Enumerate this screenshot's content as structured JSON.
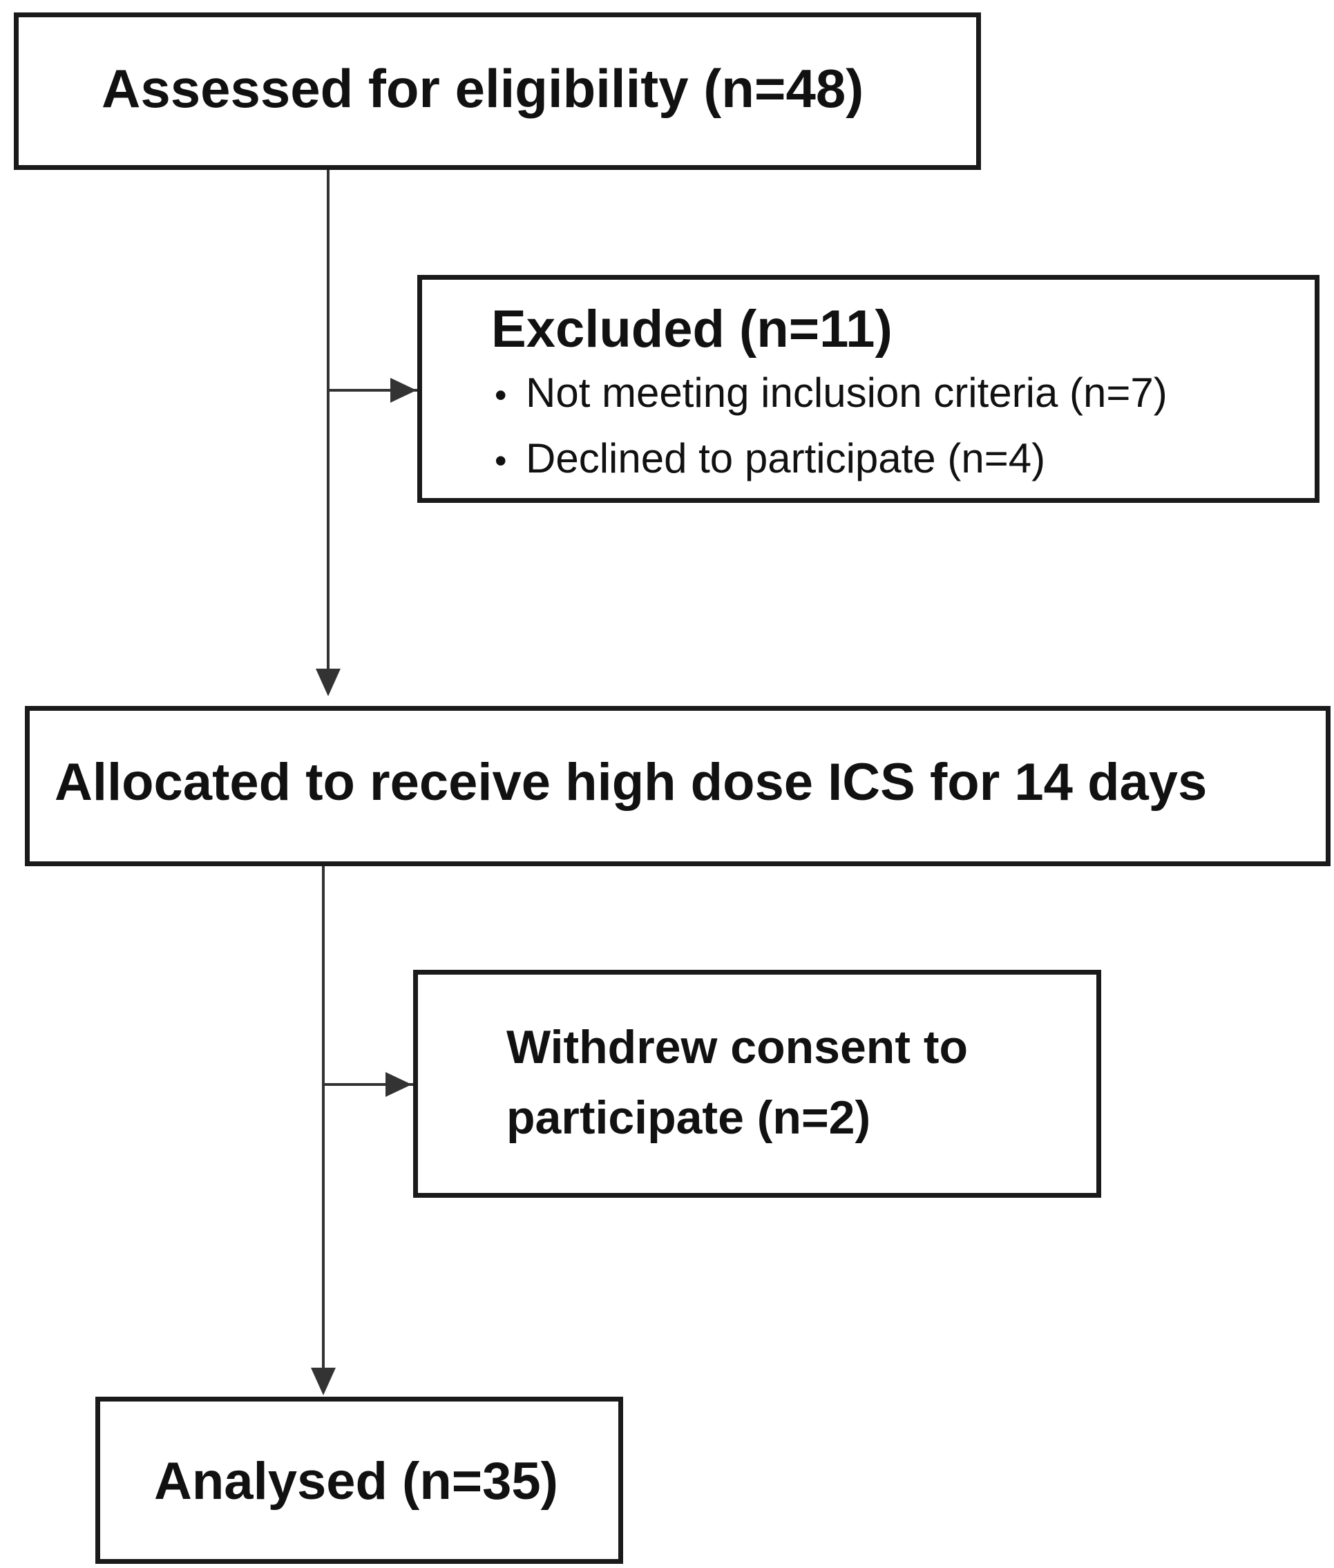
{
  "diagram": {
    "assessed": {
      "label": "Assessed for eligibility (n=48)"
    },
    "excluded": {
      "title": "Excluded (n=11)",
      "items": [
        "Not meeting inclusion criteria (n=7)",
        "Declined to participate (n=4)"
      ]
    },
    "allocated": {
      "label": "Allocated to receive high dose ICS for 14 days"
    },
    "withdrew": {
      "line1": "Withdrew consent to",
      "line2": "participate (n=2)"
    },
    "analysed": {
      "label": "Analysed (n=35)"
    },
    "bullet_glyph": "•"
  }
}
